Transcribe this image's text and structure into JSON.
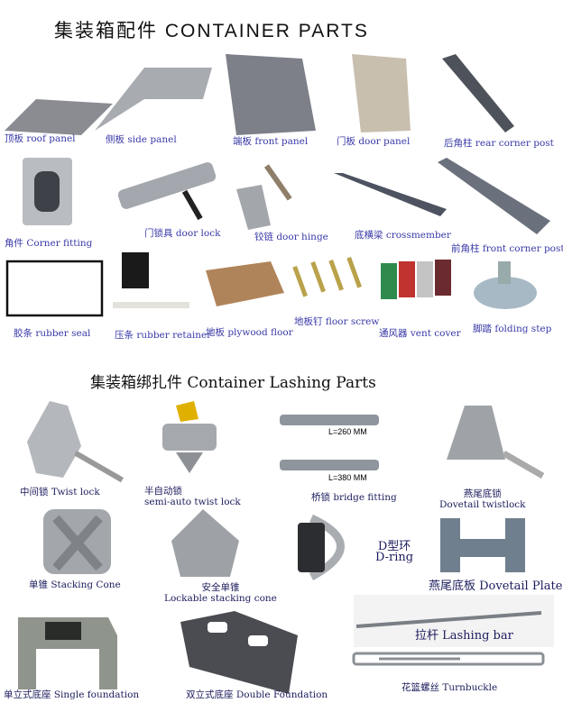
{
  "section1": {
    "title": "集装箱配件  CONTAINER PARTS",
    "items": [
      {
        "label": "顶板 roof panel"
      },
      {
        "label": "侧板 side panel"
      },
      {
        "label": "端板 front panel"
      },
      {
        "label": "门板 door panel"
      },
      {
        "label": "后角柱 rear corner post"
      },
      {
        "label": "角件 Corner fitting"
      },
      {
        "label": "门锁具 door lock"
      },
      {
        "label": "铰链 door hinge"
      },
      {
        "label": "底横梁 crossmember"
      },
      {
        "label": "前角柱 front corner post"
      },
      {
        "label": "胶条 rubber seal"
      },
      {
        "label": "压条 rubber retainer"
      },
      {
        "label": "地板 plywood floor"
      },
      {
        "label": "地板钉 floor screw"
      },
      {
        "label": "通风器 vent cover"
      },
      {
        "label": "脚踏 folding step"
      }
    ]
  },
  "section2": {
    "title": "集装箱绑扎件    Container Lashing Parts",
    "items": [
      {
        "label": "中间锁 Twist lock"
      },
      {
        "label_cn": "半自动锁",
        "label_en": "semi-auto twist lock"
      },
      {
        "label": "桥锁 bridge fitting",
        "note_1": "L=260 MM",
        "note_2": "L=380 MM"
      },
      {
        "label_cn": "燕尾底锁",
        "label_en": "Dovetail twistlock"
      },
      {
        "label": "单锥 Stacking Cone"
      },
      {
        "label_cn": "安全单锥",
        "label_en": "Lockable stacking cone"
      },
      {
        "label_cn": "D型环",
        "label_en": "D-ring"
      },
      {
        "label": "燕尾底板 Dovetail Plate"
      },
      {
        "label": "拉杆 Lashing bar"
      },
      {
        "label": "花篮螺丝 Turnbuckle"
      },
      {
        "label": "单立式底座 Single foundation"
      },
      {
        "label": "双立式底座 Double Foundation"
      }
    ]
  },
  "colors": {
    "label_top": "#3a3aa8",
    "label_bottom": "#1c1c5e",
    "metal": "#9a9ea4",
    "dark_metal": "#4a4d55"
  }
}
